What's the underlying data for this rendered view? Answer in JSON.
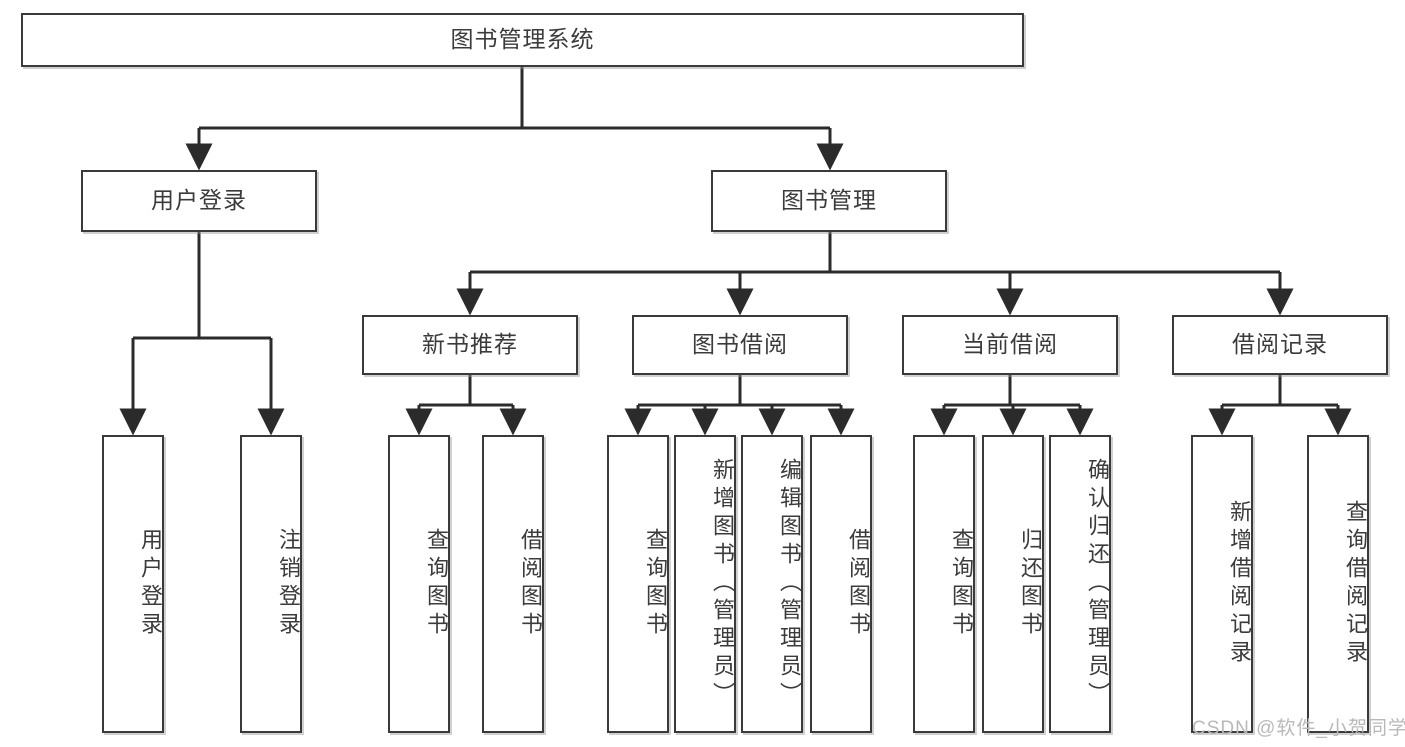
{
  "diagram": {
    "title": "图书管理系统",
    "type": "tree",
    "orientation": "top-down",
    "colors": {
      "box_stroke": "#3a3a3a",
      "box_fill": "#ffffff",
      "connector": "#2b2b2b",
      "text": "#3b3b3b",
      "watermark": "#b9b9b9",
      "background": "#ffffff"
    },
    "root": {
      "label": "图书管理系统"
    },
    "level2": [
      {
        "id": "user-login",
        "label": "用户登录"
      },
      {
        "id": "book-manage",
        "label": "图书管理"
      }
    ],
    "level3": [
      {
        "id": "new-book-rec",
        "label": "新书推荐"
      },
      {
        "id": "book-borrow",
        "label": "图书借阅"
      },
      {
        "id": "current-borrow",
        "label": "当前借阅"
      },
      {
        "id": "borrow-record",
        "label": "借阅记录"
      }
    ],
    "leaves": {
      "user_login": [
        {
          "id": "leaf-user-login",
          "label": "用户登录"
        },
        {
          "id": "leaf-logout-login",
          "label": "注销登录"
        }
      ],
      "new_book_rec": [
        {
          "id": "leaf-query-book-1",
          "label": "查询图书"
        },
        {
          "id": "leaf-borrow-book-1",
          "label": "借阅图书"
        }
      ],
      "book_borrow": [
        {
          "id": "leaf-query-book-2",
          "label": "查询图书"
        },
        {
          "id": "leaf-add-book",
          "label": "新增图书（管理员）"
        },
        {
          "id": "leaf-edit-book",
          "label": "编辑图书（管理员）"
        },
        {
          "id": "leaf-borrow-book-2",
          "label": "借阅图书"
        }
      ],
      "current_borrow": [
        {
          "id": "leaf-query-book-3",
          "label": "查询图书"
        },
        {
          "id": "leaf-return-book",
          "label": "归还图书"
        },
        {
          "id": "leaf-confirm-return",
          "label": "确认归还（管理员）"
        }
      ],
      "borrow_record": [
        {
          "id": "leaf-add-record",
          "label": "新增借阅记录"
        },
        {
          "id": "leaf-query-record",
          "label": "查询借阅记录"
        }
      ]
    },
    "watermark": "CSDN @软件_小贺同学"
  }
}
